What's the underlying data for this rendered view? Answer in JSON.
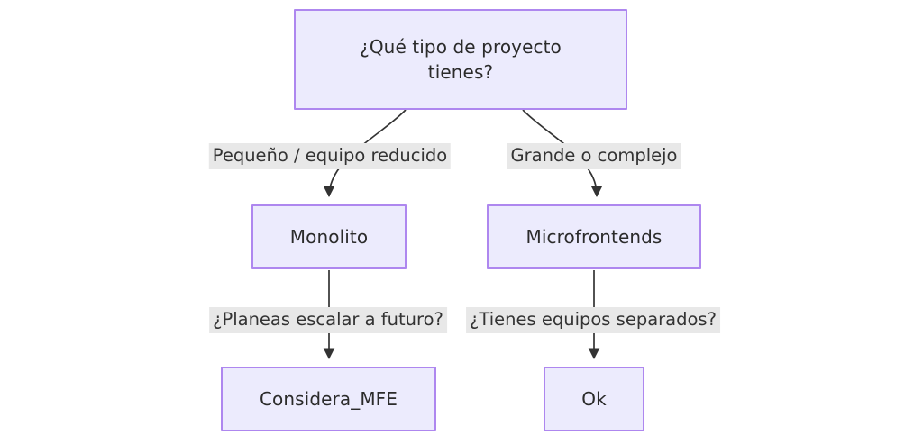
{
  "diagram": {
    "type": "flowchart",
    "direction": "top-down",
    "title": "",
    "background_color": "#ffffff",
    "node_fill_color": "#ECEBFD",
    "node_border_color": "#AE87EF",
    "node_text_color": "#2b2b2b",
    "edge_color": "#333333",
    "edge_label_background": "#E8E8E8",
    "edge_label_text_color": "#333333",
    "nodes": [
      {
        "id": "root",
        "label": "¿Qué tipo de proyecto\ntienes?",
        "shape": "rectangle"
      },
      {
        "id": "monolito",
        "label": "Monolito",
        "shape": "rectangle"
      },
      {
        "id": "microfrontends",
        "label": "Microfrontends",
        "shape": "rectangle"
      },
      {
        "id": "considera_mfe",
        "label": "Considera_MFE",
        "shape": "rectangle"
      },
      {
        "id": "ok",
        "label": "Ok",
        "shape": "rectangle"
      }
    ],
    "edges": [
      {
        "from": "root",
        "to": "monolito",
        "label": "Pequeño / equipo reducido",
        "style": "curved-arrow"
      },
      {
        "from": "root",
        "to": "microfrontends",
        "label": "Grande o complejo",
        "style": "curved-arrow"
      },
      {
        "from": "monolito",
        "to": "considera_mfe",
        "label": "¿Planeas escalar a futuro?",
        "style": "straight-arrow"
      },
      {
        "from": "microfrontends",
        "to": "ok",
        "label": "¿Tienes equipos separados?",
        "style": "straight-arrow"
      }
    ]
  }
}
